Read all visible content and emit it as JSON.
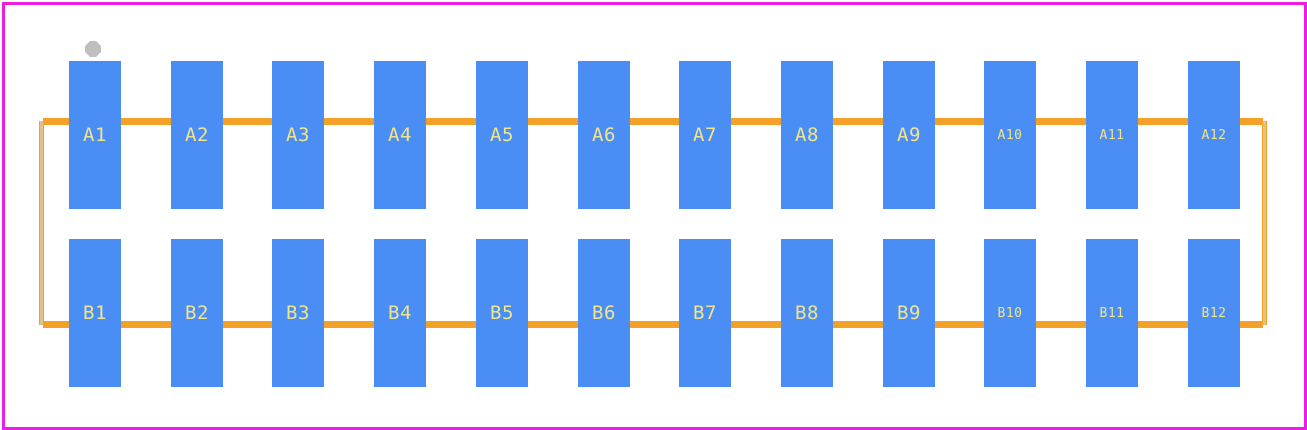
{
  "colors": {
    "board_outline": "#ea1fe3",
    "pad": "#4a8df5",
    "pad_label": "#f0e58a",
    "silkscreen": "#f4a12a",
    "pin1_marker": "#bfbfbf"
  },
  "pin1_marker_icon": "pin1-dot-icon",
  "rows": [
    {
      "name": "A",
      "pads": [
        "A1",
        "A2",
        "A3",
        "A4",
        "A5",
        "A6",
        "A7",
        "A8",
        "A9",
        "A10",
        "A11",
        "A12"
      ]
    },
    {
      "name": "B",
      "pads": [
        "B1",
        "B2",
        "B3",
        "B4",
        "B5",
        "B6",
        "B7",
        "B8",
        "B9",
        "B10",
        "B11",
        "B12"
      ]
    }
  ]
}
